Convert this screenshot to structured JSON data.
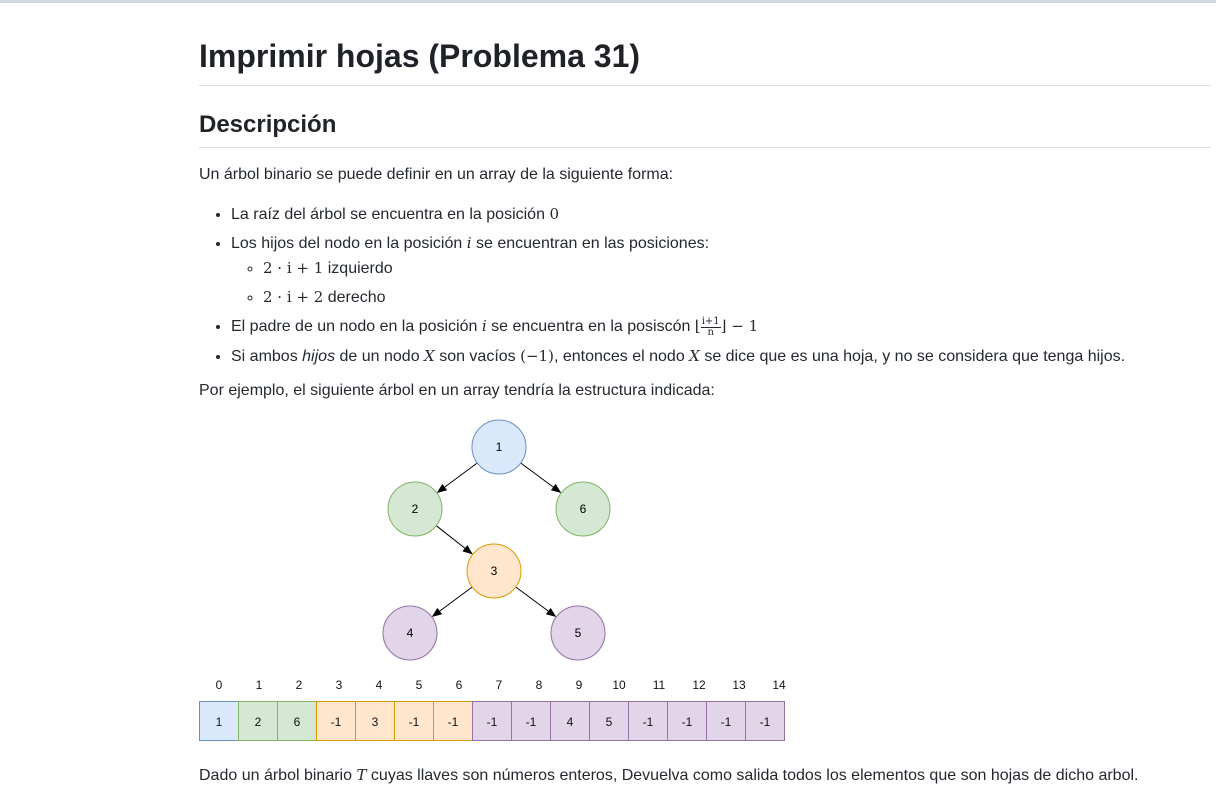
{
  "title": "Imprimir hojas (Problema 31)",
  "section_heading": "Descripción",
  "intro": "Un árbol binario se puede definir en un array de la siguiente forma:",
  "bullets": {
    "root_text": "La raíz del árbol se encuentra en la posición",
    "root_math": "0",
    "children_prefix": "Los hijos del nodo en la posición",
    "children_var": "i",
    "children_suffix": "se encuentran en las posiciones:",
    "left_math": "2 · i + 1",
    "left_label": "izquierdo",
    "right_math": "2 · i + 2",
    "right_label": "derecho",
    "parent_prefix": "El padre de un nodo en la posición",
    "parent_var": "i",
    "parent_middle": "se encuentra en la posiscón",
    "parent_num": "i+1",
    "parent_den": "n",
    "parent_tail": "− 1",
    "leaf_a": "Si ambos",
    "leaf_b": "hijos",
    "leaf_c": "de un nodo",
    "leaf_x": "X",
    "leaf_d": "son vacíos",
    "leaf_empty": "(−1)",
    "leaf_e": ", entonces el nodo",
    "leaf_f": "se dice que es una hoja, y no se considera que tenga hijos."
  },
  "example_text": "Por ejemplo, el siguiente árbol en un array tendría la estructura indicada:",
  "tree_nodes": [
    {
      "label": "1",
      "color": "blue"
    },
    {
      "label": "2",
      "color": "green"
    },
    {
      "label": "6",
      "color": "green"
    },
    {
      "label": "3",
      "color": "orange"
    },
    {
      "label": "4",
      "color": "purple"
    },
    {
      "label": "5",
      "color": "purple"
    }
  ],
  "palette": {
    "blue": {
      "fill": "#dae8fc",
      "stroke": "#6c8ebf"
    },
    "green": {
      "fill": "#d5e8d4",
      "stroke": "#82b366"
    },
    "orange": {
      "fill": "#ffe6cc",
      "stroke": "#d79b00"
    },
    "purple": {
      "fill": "#e1d5e7",
      "stroke": "#9673a6"
    }
  },
  "array_indices": [
    "0",
    "1",
    "2",
    "3",
    "4",
    "5",
    "6",
    "7",
    "8",
    "9",
    "10",
    "11",
    "12",
    "13",
    "14"
  ],
  "array_values": [
    "1",
    "2",
    "6",
    "-1",
    "3",
    "-1",
    "-1",
    "-1",
    "-1",
    "4",
    "5",
    "-1",
    "-1",
    "-1",
    "-1"
  ],
  "array_colors": [
    "blue",
    "green",
    "green",
    "orange",
    "orange",
    "orange",
    "orange",
    "purple",
    "purple",
    "purple",
    "purple",
    "purple",
    "purple",
    "purple",
    "purple"
  ],
  "task": {
    "prefix": "Dado un árbol binario",
    "var": "T",
    "suffix": "cuyas llaves son números enteros, Devuelva como salida todos los elementos que son hojas de dicho arbol."
  }
}
